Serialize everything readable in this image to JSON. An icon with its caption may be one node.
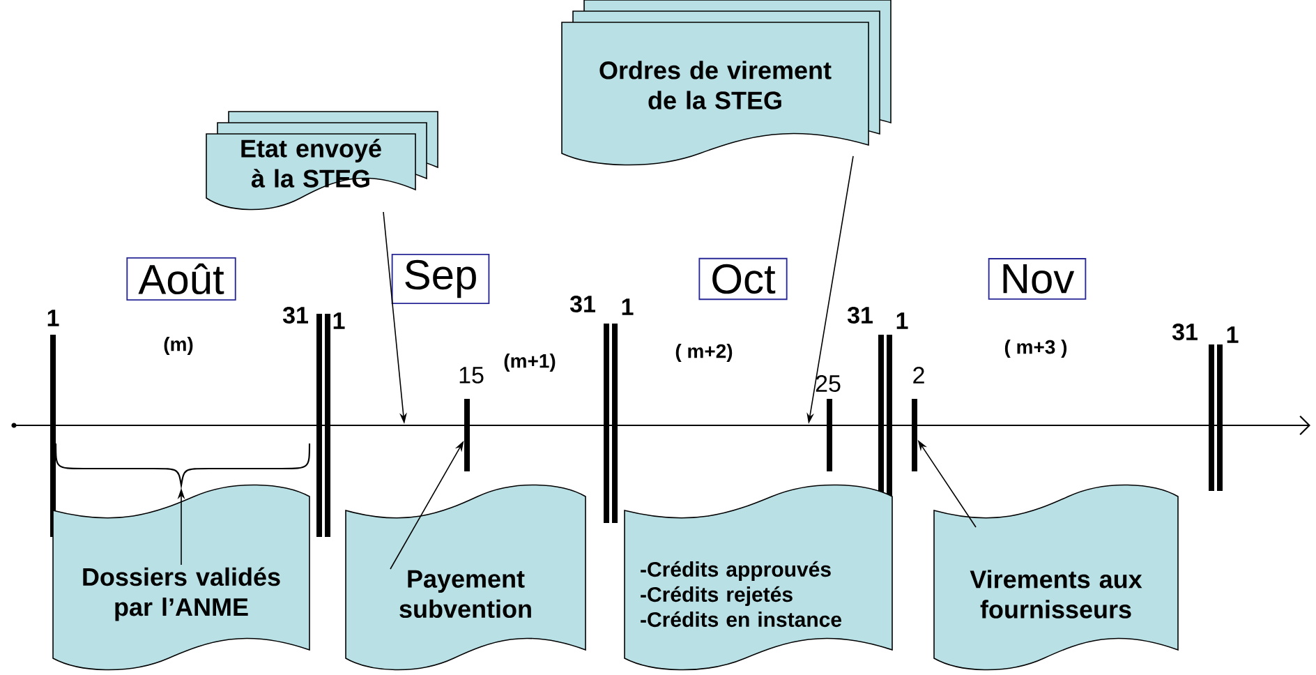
{
  "diagram": {
    "nodes": [
      {
        "text": [
          "Etat envoyé à la STEG"
        ]
      },
      {
        "text": [
          "Ordres de virement de la STEG"
        ]
      },
      {
        "text": [
          "Dossiers validés par l’ANME"
        ]
      },
      {
        "text": [
          "Payement subvention"
        ]
      },
      {
        "text": [
          "-Crédits approuvés",
          "-Crédits rejetés",
          "-Crédits en instance"
        ]
      },
      {
        "text": [
          "Virements aux fournisseurs"
        ]
      },
      {
        "text": [
          "Août"
        ]
      },
      {
        "text": [
          "Sep"
        ]
      },
      {
        "text": [
          "Oct"
        ]
      },
      {
        "text": [
          "Nov"
        ]
      },
      {
        "text": [],
        "shape": "bar",
        "beside": [
          "15"
        ]
      },
      {
        "text": [],
        "shape": "bar",
        "beside": [
          "2"
        ]
      }
    ],
    "edges": [
      {
        "from": 0,
        "to": null,
        "arrow": "to"
      },
      {
        "from": 1,
        "to": null,
        "arrow": "to"
      },
      {
        "from": 2,
        "to": null,
        "arrow": "to"
      },
      {
        "from": 3,
        "to": 10,
        "arrow": "to"
      },
      {
        "from": 5,
        "to": 11,
        "arrow": "to"
      }
    ],
    "labels": [
      "1",
      "(m)",
      "31",
      "1",
      "(m+1)",
      "31",
      "1",
      "( m+2)",
      "25",
      "31",
      "1",
      "( m+3 )",
      "31",
      "1"
    ]
  }
}
